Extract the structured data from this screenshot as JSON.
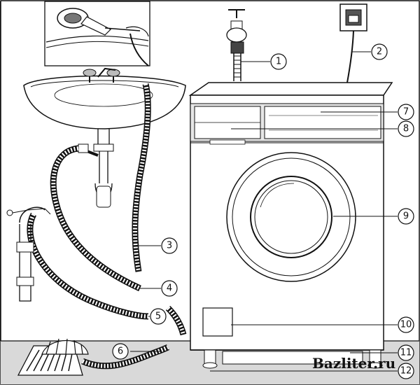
{
  "callouts": [
    {
      "id": "tap",
      "number": "1"
    },
    {
      "id": "power-plug",
      "number": "2"
    },
    {
      "id": "drain-hose-end",
      "number": "3"
    },
    {
      "id": "drain-hose",
      "number": "4"
    },
    {
      "id": "inlet-hose",
      "number": "5"
    },
    {
      "id": "floor-drain-hose",
      "number": "6"
    },
    {
      "id": "control-panel",
      "number": "7"
    },
    {
      "id": "detergent-drawer",
      "number": "8"
    },
    {
      "id": "door",
      "number": "9"
    },
    {
      "id": "filter-cover",
      "number": "10"
    },
    {
      "id": "plinth",
      "number": "11"
    },
    {
      "id": "adjustable-foot",
      "number": "12"
    }
  ],
  "watermark": "Bazliter.ru",
  "colors": {
    "line": "#111111",
    "floor": "#d9d9d9",
    "background": "#ffffff",
    "panel": "#e6e6e6"
  }
}
